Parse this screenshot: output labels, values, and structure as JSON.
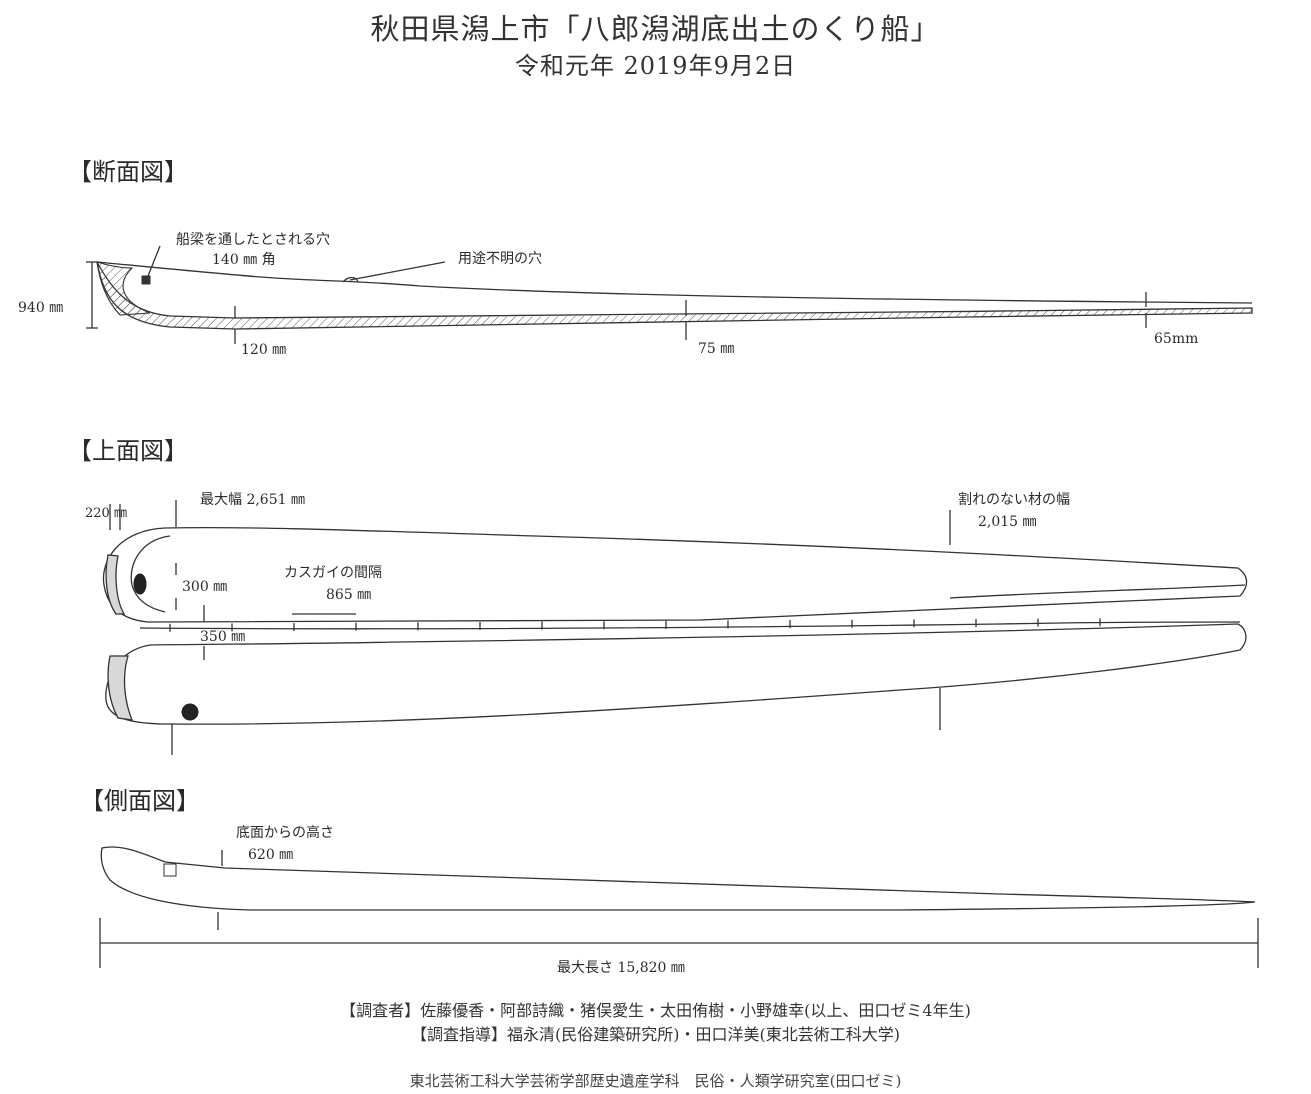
{
  "header": {
    "title": "秋田県潟上市「八郎潟湖底出土のくり船」",
    "date": "令和元年 2019年9月2日"
  },
  "sections": {
    "cross": "【断面図】",
    "top": "【上面図】",
    "side": "【側面図】"
  },
  "cross_section": {
    "height_label": "940 ㎜",
    "hole_label": "船梁を通したとされる穴",
    "hole_size": "140 ㎜ 角",
    "unknown_hole": "用途不明の穴",
    "thickness_bow": "120 ㎜",
    "thickness_mid": "75 ㎜",
    "thickness_stern": "65mm"
  },
  "top_view": {
    "edge_width": "220 ㎜",
    "max_width": "最大幅 2,651 ㎜",
    "unbroken_width_label": "割れのない材の幅",
    "unbroken_width_value": "2,015 ㎜",
    "gap_300": "300 ㎜",
    "gap_350": "350 ㎜",
    "clamp_label": "カスガイの間隔",
    "clamp_value": "865 ㎜"
  },
  "side_view": {
    "height_label": "底面からの高さ",
    "height_value": "620 ㎜",
    "length_label": "最大長さ 15,820 ㎜"
  },
  "footer": {
    "researchers": "【調査者】佐藤優香・阿部詩織・猪俣愛生・太田侑樹・小野雄幸(以上、田口ゼミ4年生)",
    "advisors": "【調査指導】福永清(民俗建築研究所)・田口洋美(東北芸術工科大学)",
    "institution": "東北芸術工科大学芸術学部歴史遺産学科　民俗・人類学研究室(田口ゼミ)"
  },
  "colors": {
    "ink": "#333333",
    "hatch": "#555555",
    "paper": "#ffffff"
  }
}
